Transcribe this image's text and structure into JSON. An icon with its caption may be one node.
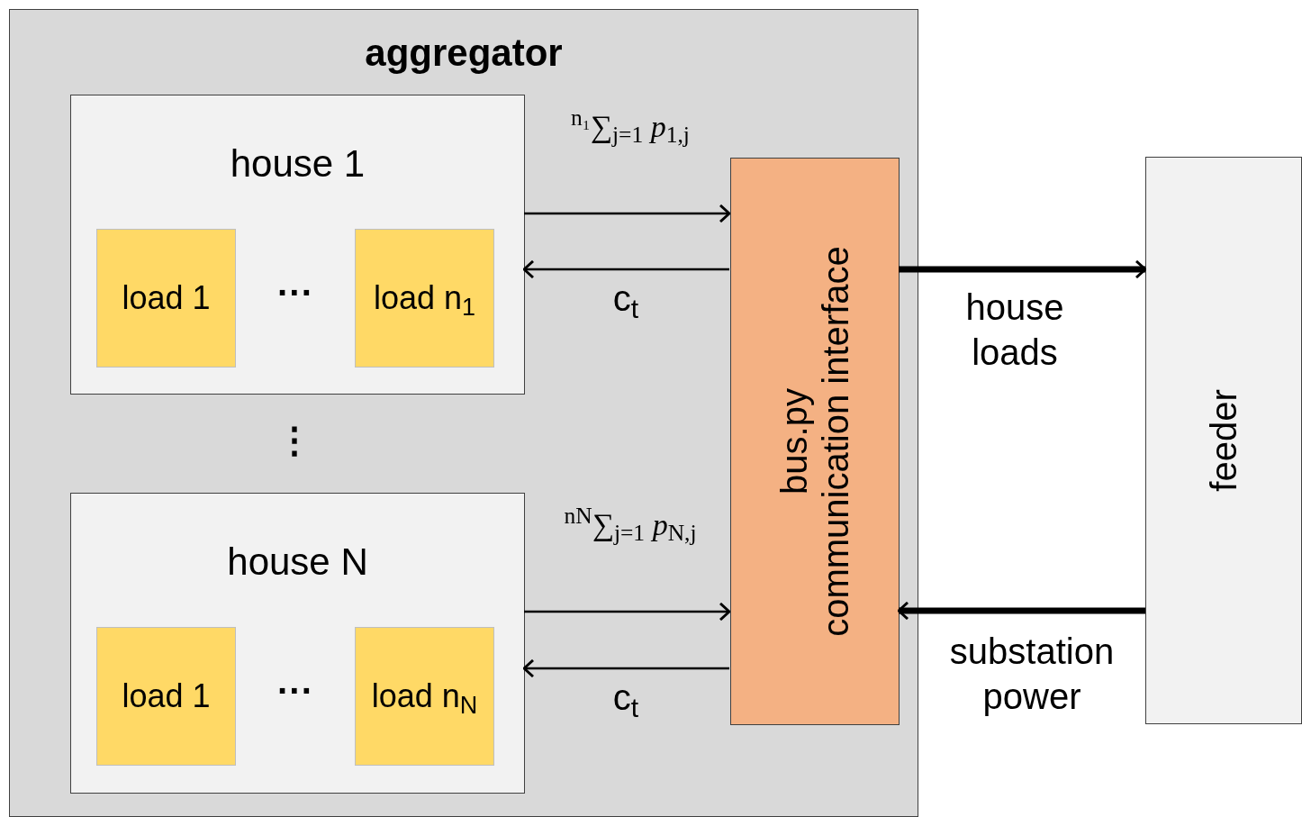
{
  "diagram": {
    "nodes": [
      {
        "text": [
          "aggregator"
        ]
      },
      {
        "text": [
          "house 1"
        ],
        "in": 0
      },
      {
        "text": [
          "load 1"
        ],
        "in": 1
      },
      {
        "text": [
          "load n$_{1}$"
        ],
        "in": 1
      },
      {
        "text": [
          "house N"
        ],
        "in": 0
      },
      {
        "text": [
          "load 1"
        ],
        "in": 4
      },
      {
        "text": [
          "load n$_{N}$"
        ],
        "in": 4
      },
      {
        "text": [
          "bus.py",
          "communication interface"
        ],
        "in": 0
      },
      {
        "text": [
          "feeder"
        ]
      }
    ],
    "edges": [
      {
        "from": 1,
        "to": 7,
        "arrow": "to",
        "label": "$^{n₁}$∑$_{j=1}$ *p*$_{1,j}$"
      },
      {
        "from": 7,
        "to": 1,
        "arrow": "to",
        "label": "c$_{t}$"
      },
      {
        "from": 4,
        "to": 7,
        "arrow": "to",
        "label": "$^{nN}$∑$_{j=1}$ *p*$_{N,j}$"
      },
      {
        "from": 7,
        "to": 4,
        "arrow": "to",
        "label": "c$_{t}$"
      },
      {
        "from": 7,
        "to": 8,
        "arrow": "to",
        "label": "house loads",
        "style": "thick"
      },
      {
        "from": 8,
        "to": 7,
        "arrow": "to",
        "label": "substation power",
        "style": "thick"
      }
    ],
    "labels": [
      "···",
      "⋮",
      "···"
    ]
  }
}
